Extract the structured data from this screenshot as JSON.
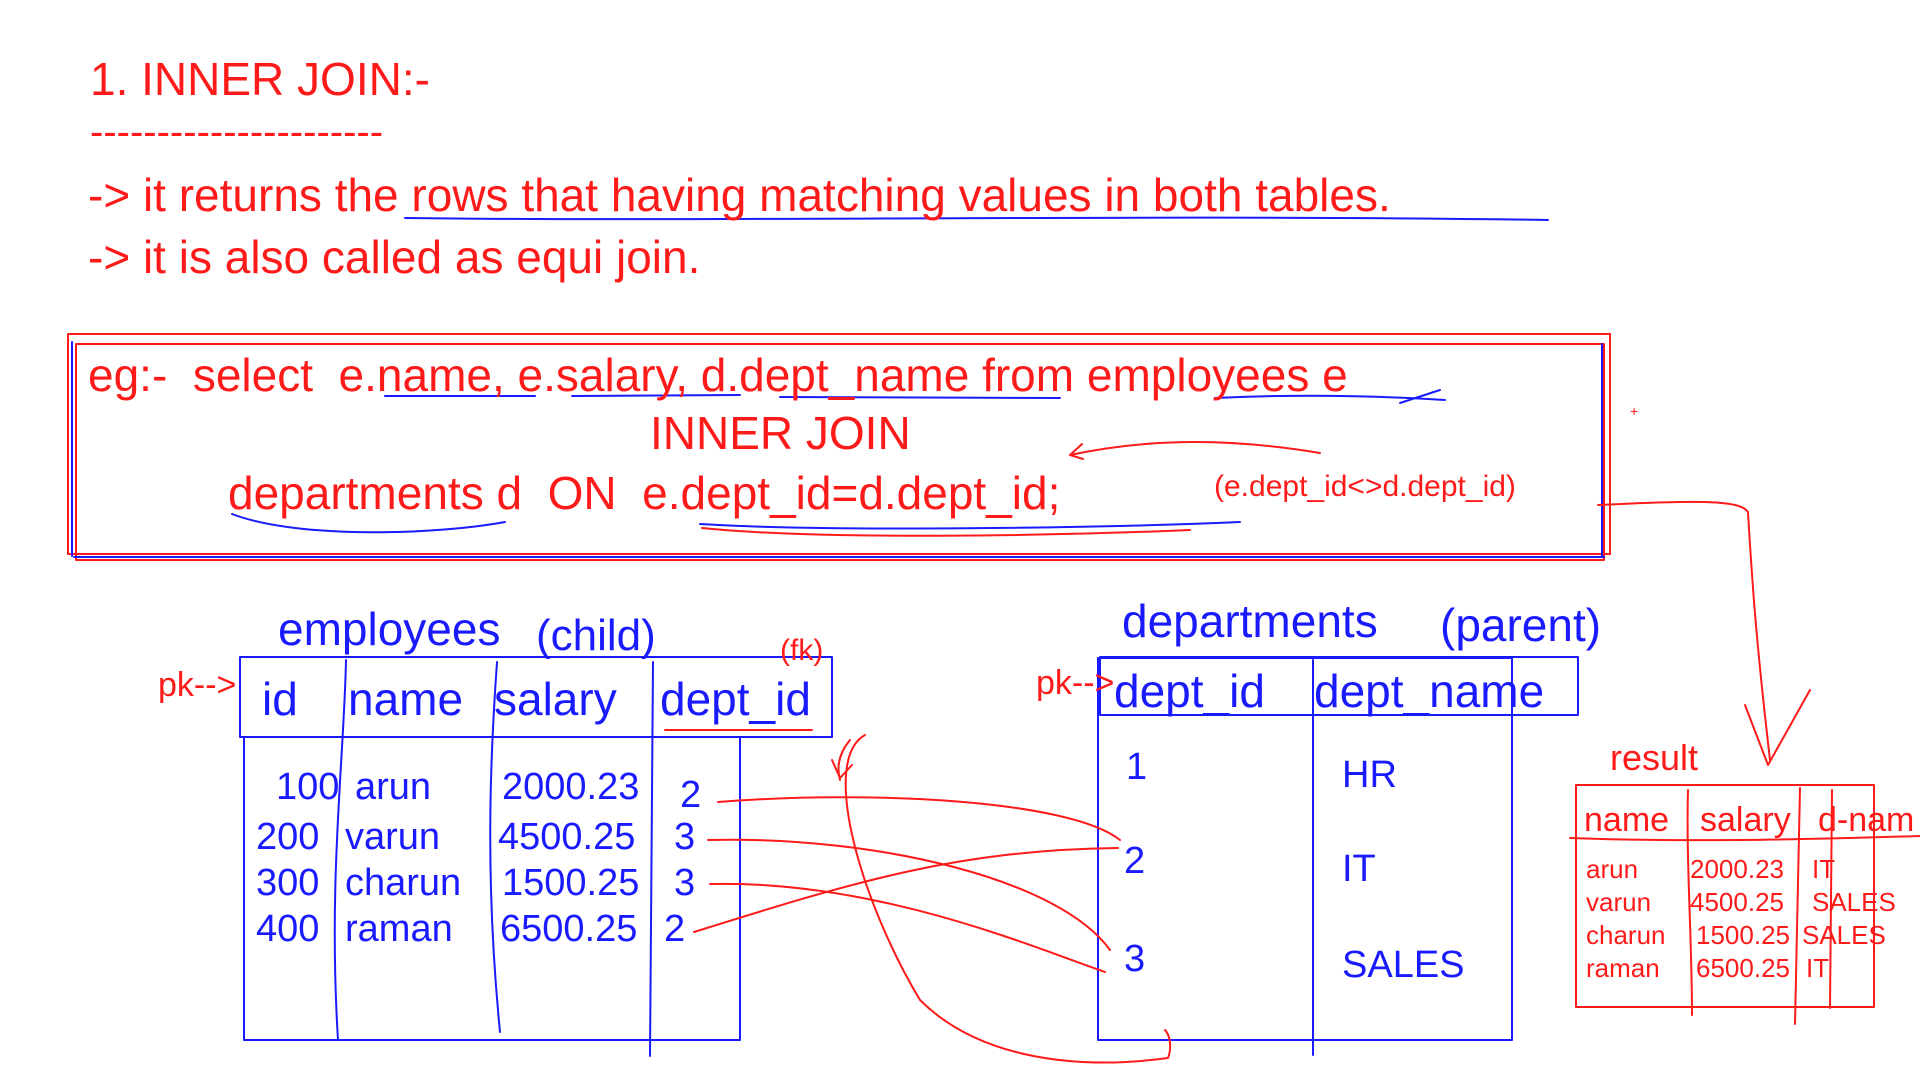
{
  "colors": {
    "red": "#ff1a1a",
    "blue": "#1a1aff"
  },
  "header": {
    "title": "1. INNER JOIN:-",
    "rule": "----------------------",
    "points": [
      "-> it returns the rows that having matching values in both tables.",
      "-> it is also called as equi join."
    ]
  },
  "example": {
    "line1": "eg:-  select  e.name, e.salary, d.dept_name from employees e",
    "line2": "INNER JOIN",
    "line3": "departments d  ON  e.dept_id=d.dept_id;",
    "note": "(e.dept_id<>d.dept_id)",
    "plus": "+"
  },
  "employees": {
    "title": "employees",
    "role": "(child)",
    "fk": "(fk)",
    "pk_marker": "pk-->",
    "columns": [
      "id",
      "name",
      "salary",
      "dept_id"
    ],
    "rows": [
      [
        "100",
        "arun",
        "2000.23",
        "2"
      ],
      [
        "200",
        "varun",
        "4500.25",
        "3"
      ],
      [
        "300",
        "charun",
        "1500.25",
        "3"
      ],
      [
        "400",
        "raman",
        "6500.25",
        "2"
      ]
    ]
  },
  "departments": {
    "title": "departments",
    "role": "(parent)",
    "pk_marker": "pk-->",
    "columns": [
      "dept_id",
      "dept_name"
    ],
    "rows": [
      [
        "1",
        "HR"
      ],
      [
        "2",
        "IT"
      ],
      [
        "3",
        "SALES"
      ]
    ]
  },
  "result": {
    "title": "result",
    "columns": [
      "name",
      "salary",
      "d-nam"
    ],
    "rows": [
      [
        "arun",
        "2000.23",
        "IT"
      ],
      [
        "varun",
        "4500.25",
        "SALES"
      ],
      [
        "charun",
        "1500.25",
        "SALES"
      ],
      [
        "raman",
        "6500.25",
        "IT"
      ]
    ]
  }
}
